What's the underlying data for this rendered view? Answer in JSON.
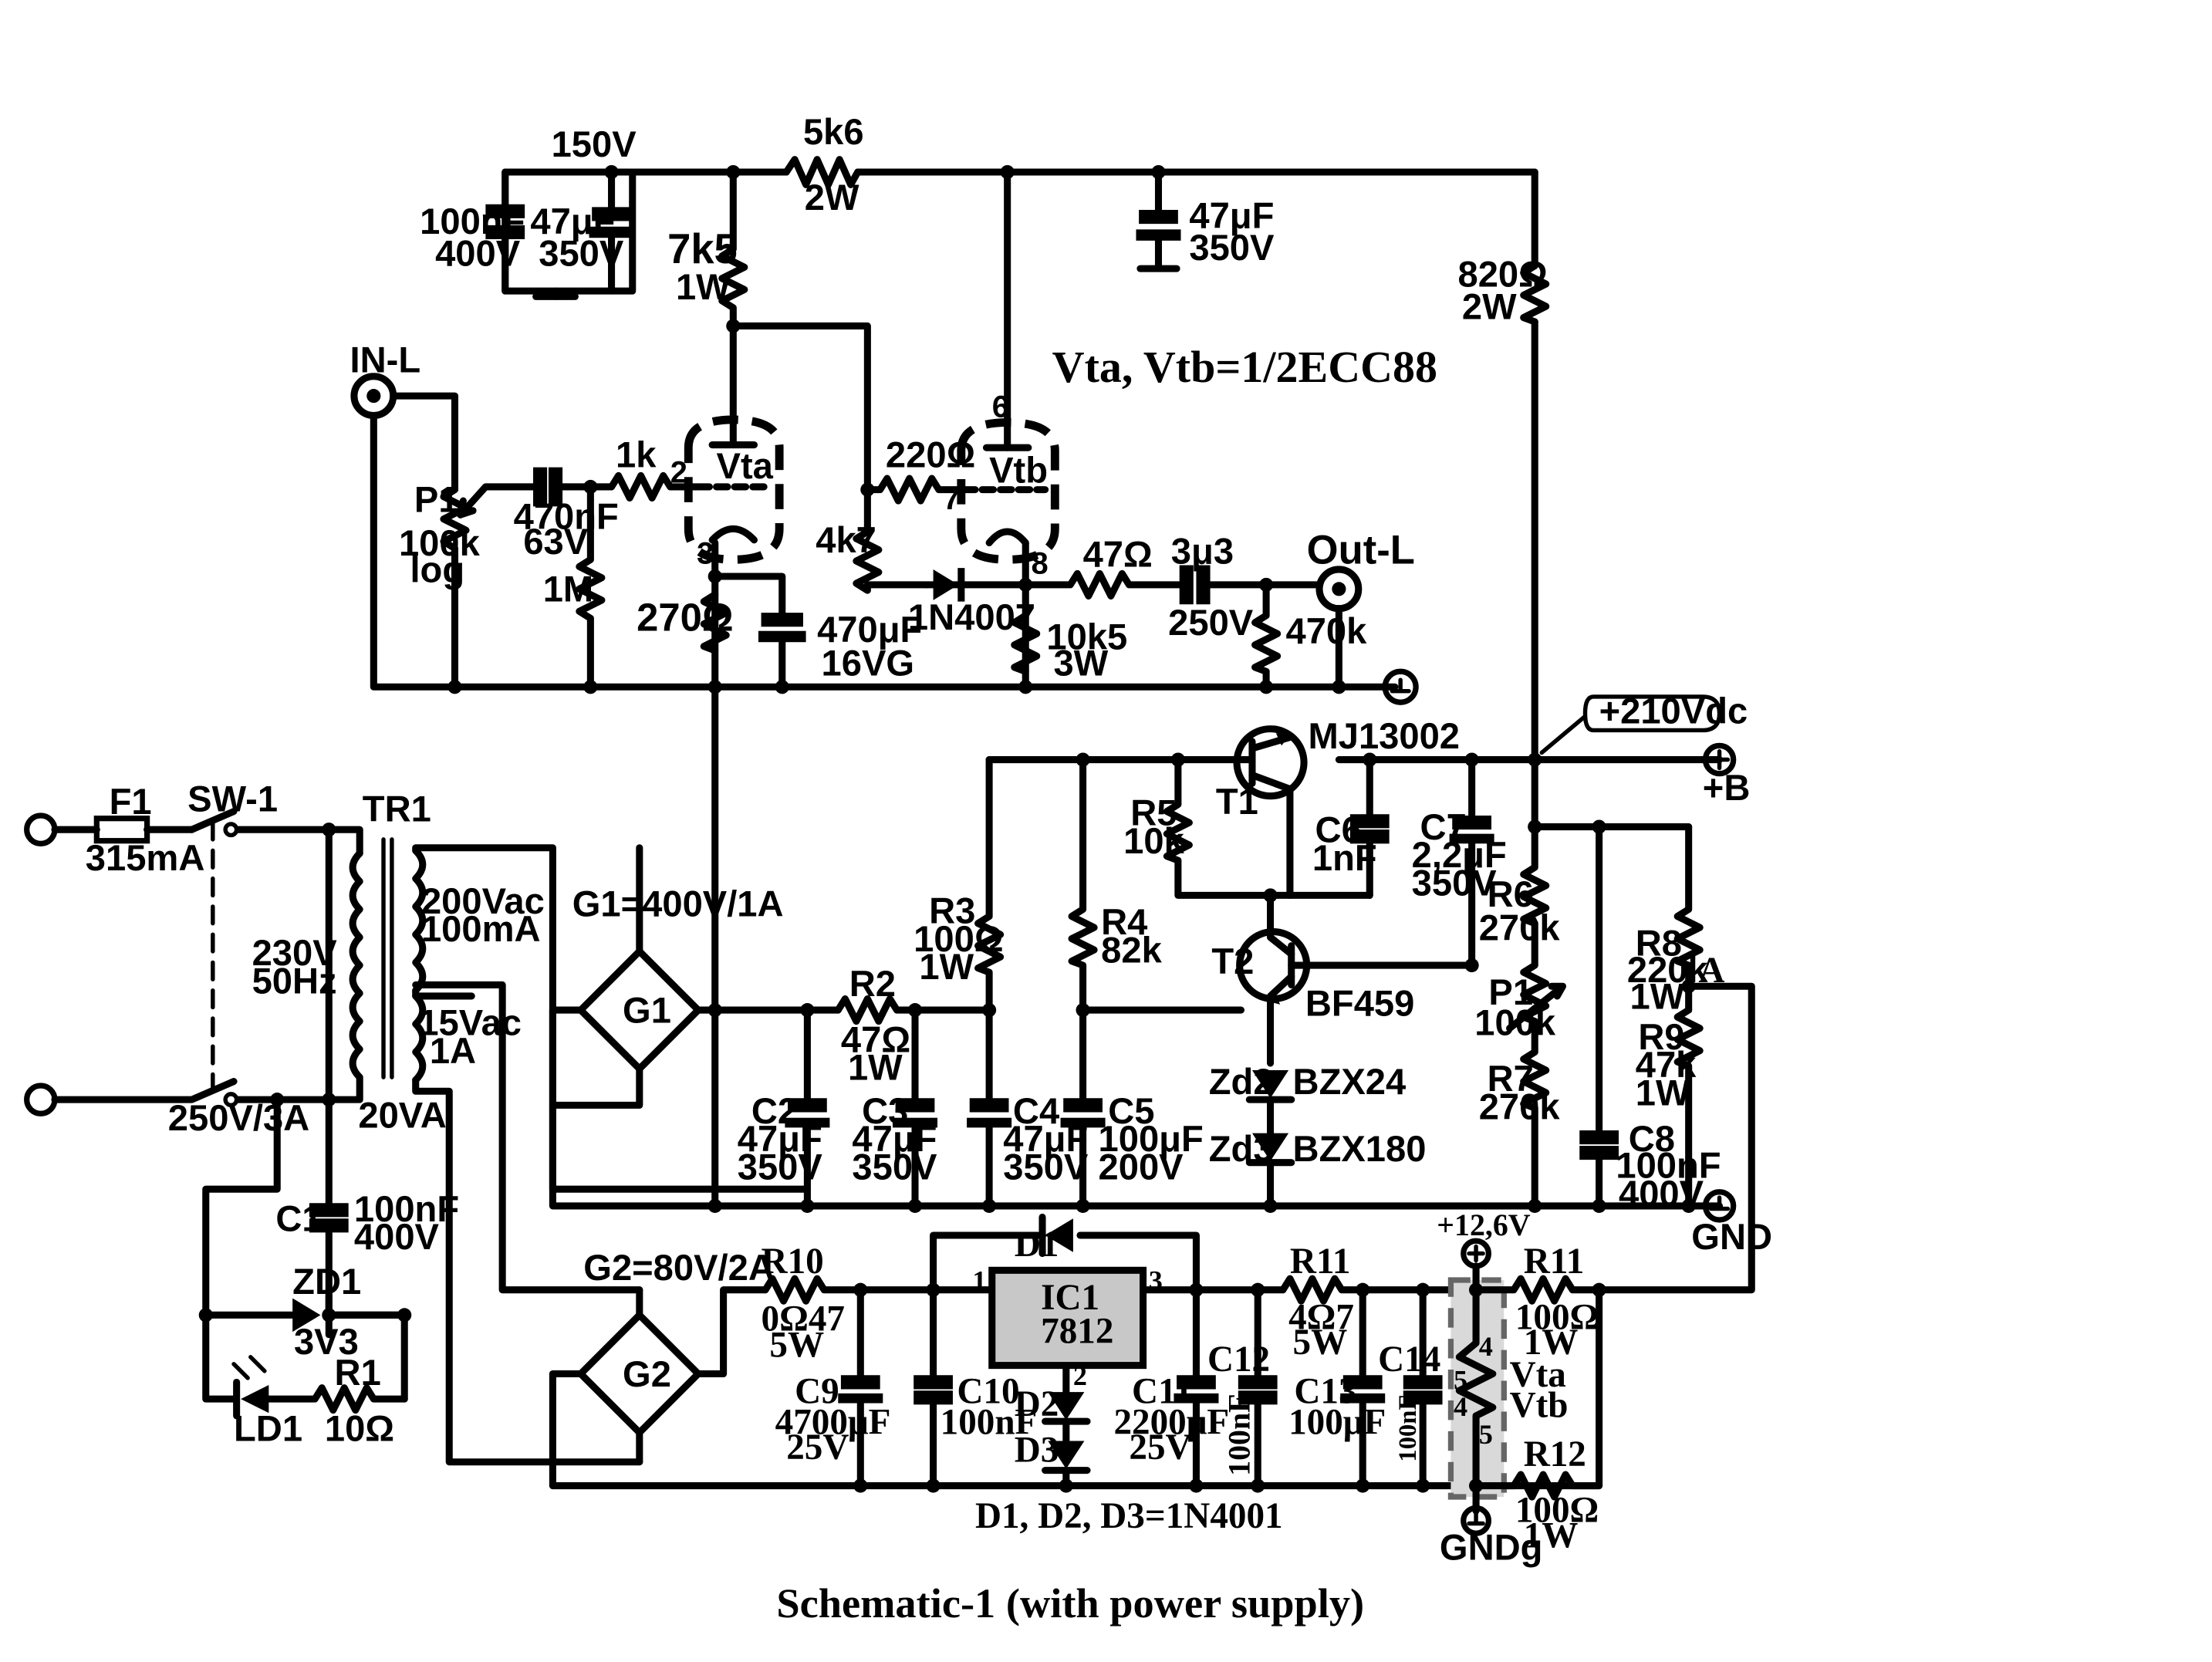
{
  "title": "Schematic-1 (with power supply)",
  "tubes_note": "Vta, Vtb=1/2ECC88",
  "diodes_note": "D1, D2, D3=1N4001",
  "labels": {
    "v150": "150V",
    "r5k6": "5k6",
    "r5k6w": "2W",
    "c100n": "100nF",
    "c100nv": "400V",
    "c47a": "47μF",
    "c47av": "350V",
    "c47b": "47μF",
    "c47bv": "350V",
    "r7k5": "7k5",
    "r7k5w": "1W",
    "r820": "820Ω",
    "r820w": "2W",
    "inl": "IN-L",
    "p1": "P1",
    "p1v": "100k",
    "p1t": "log",
    "c470n": "470nF",
    "c470nv": "63V",
    "r1k": "1k",
    "r1m": "1M",
    "vta": "Vta",
    "vtb": "Vtb",
    "r220": "220Ω",
    "r4k7": "4k7",
    "d1n4007": "1N4007",
    "r47": "47Ω",
    "c3u3": "3μ3",
    "c3u3v": "250V",
    "outl": "Out-L",
    "r470k": "470k",
    "r10k5": "10k5",
    "r10k5w": "3W",
    "r270": "270Ω",
    "c470u": "470μF",
    "c470uv": "16VG",
    "pin2": "2",
    "pin3": "3",
    "pin6": "6",
    "pin7": "7",
    "pin8": "8",
    "v210": "+210Vdc",
    "plusb": "+B",
    "f1": "F1",
    "f1v": "315mA",
    "sw1": "SW-1",
    "tr1": "TR1",
    "mains": "230V",
    "mainsf": "50Hz",
    "sw250": "250V/3A",
    "tr20": "20VA",
    "sec1": "200Vac",
    "sec1i": "100mA",
    "sec2": "15Vac",
    "sec2i": "1A",
    "g1t": "G1=400V/1A",
    "g1": "G1",
    "g2t": "G2=80V/2A",
    "g2": "G2",
    "t1": "T1",
    "mj": "MJ13002",
    "t2": "T2",
    "bf": "BF459",
    "r5": "R5",
    "r5v": "10k",
    "c6": "C6",
    "c6v": "1nF",
    "c7": "C7",
    "c7v": "2,2μF",
    "c7vv": "350V",
    "r3": "R3",
    "r3v": "100Ω",
    "r3w": "1W",
    "r4": "R4",
    "r4v": "82k",
    "r2": "R2",
    "r2v": "47Ω",
    "r2w": "1W",
    "c2": "C2",
    "c2v": "47μF",
    "c2vv": "350V",
    "c3": "C3",
    "c3v": "47μF",
    "c3vv": "350V",
    "c4": "C4",
    "c4v": "47μF",
    "c4vv": "350V",
    "c5": "C5",
    "c5v": "100μF",
    "c5vv": "200V",
    "zd2": "Zd2",
    "zd2v": "BZX24",
    "zd3": "Zd3",
    "zd3v": "BZX180",
    "r6": "R6",
    "r6v": "270k",
    "pp1": "P1",
    "pp1v": "100k",
    "r7": "R7",
    "r7v": "270k",
    "r8": "R8",
    "r8v": "220k",
    "r8w": "1W",
    "pa": "A",
    "r9": "R9",
    "r9v": "47k",
    "r9w": "1W",
    "c8": "C8",
    "c8v": "100nF",
    "c8vv": "400V",
    "gnd": "GND",
    "c1": "C1",
    "c1v": "100nF",
    "c1vv": "400V",
    "zd1": "ZD1",
    "zd1v": "3V3",
    "ld1": "LD1",
    "r1": "R1",
    "r1v": "10Ω",
    "d1": "D1",
    "ic1": "IC1",
    "ic1v": "7812",
    "pin1": "1",
    "pin3ic": "3",
    "pin2ic": "2",
    "d2": "D2",
    "d3": "D3",
    "r10": "R10",
    "r10v": "0Ω47",
    "r10w": "5W",
    "c9": "C9",
    "c9v": "4700μF",
    "c9vv": "25V",
    "c10": "C10",
    "c10v": "100nF",
    "c11": "C11",
    "c11v": "2200μF",
    "c11vv": "25V",
    "c12": "C12",
    "c12v": "100nF",
    "r11a": "R11",
    "r11av": "4Ω7",
    "r11aw": "5W",
    "c13": "C13",
    "c13v": "100μF",
    "c14": "C14",
    "c14v": "100nF",
    "v126": "+12,6V",
    "h4": "4",
    "h5": "5",
    "h4b": "4",
    "h5b": "5",
    "hvta": "Vta",
    "hvtb": "Vtb",
    "r11": "R11",
    "r11v": "100Ω",
    "r11w": "1W",
    "r12": "R12",
    "r12v": "100Ω",
    "r12w": "1W",
    "gndg": "GNDg"
  }
}
